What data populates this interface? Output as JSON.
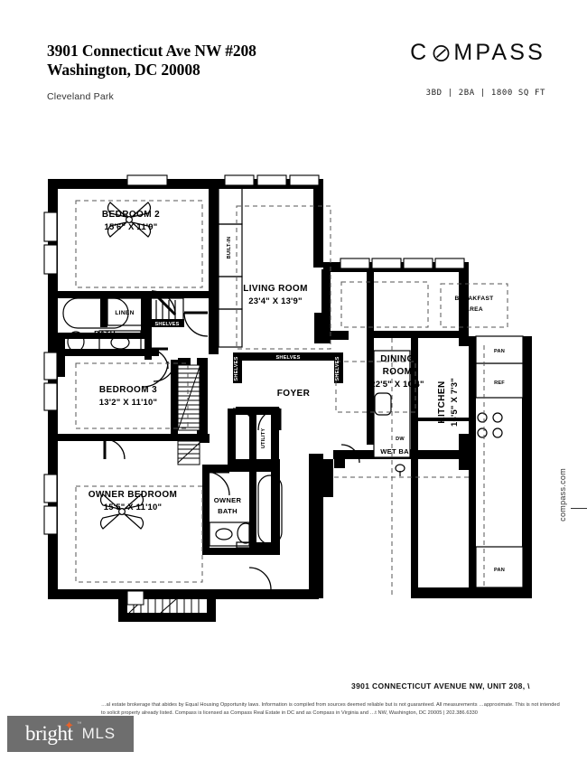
{
  "header": {
    "address_line1": "3901 Connecticut Ave NW #208",
    "address_line2": "Washington, DC 20008",
    "neighborhood": "Cleveland Park",
    "brand_name_part1": "C",
    "brand_name_part2": "MPASS",
    "property_stats": "3BD  |  2BA  |  1800 SQ FT"
  },
  "floorplan": {
    "caption": "3901 CONNECTICUT AVENUE NW, UNIT 208, \\",
    "vertical_url": "compass.com",
    "rooms": [
      {
        "id": "bedroom2",
        "name": "BEDROOM 2",
        "dimensions": "15'6\" X 11'9\""
      },
      {
        "id": "living_room",
        "name": "LIVING ROOM",
        "dimensions": "23'4\" X 13'9\""
      },
      {
        "id": "bedroom3",
        "name": "BEDROOM 3",
        "dimensions": "13'2\" X 11'10\""
      },
      {
        "id": "owner_bedroom",
        "name": "OWNER BEDROOM",
        "dimensions": "15'5\" X 11'10\""
      },
      {
        "id": "dining_room",
        "name": "DINING",
        "name2": "ROOM",
        "dimensions": "22'5\" X 10'4\""
      },
      {
        "id": "kitchen",
        "name": "KITCHEN",
        "dimensions": "16'5\" X 7'3\""
      },
      {
        "id": "breakfast",
        "name": "BREAKFAST",
        "name2": "AREA",
        "dimensions": ""
      },
      {
        "id": "foyer",
        "name": "FOYER",
        "dimensions": ""
      },
      {
        "id": "bath",
        "name": "BATH",
        "dimensions": ""
      },
      {
        "id": "owner_bath",
        "name": "OWNER",
        "name2": "BATH",
        "dimensions": ""
      }
    ],
    "annotations": {
      "linen": "LINEN",
      "shelves": "SHELVES",
      "shelves_vert": "SHELVES",
      "built_in": "BUILT-IN",
      "utility": "UTILITY",
      "wet_bar": "WET BAR",
      "pantry_top": "PAN",
      "pantry_bottom": "PAN",
      "refrigerator": "REF",
      "dishwasher": "DW"
    }
  },
  "footer": {
    "disclaimer": "…al estate brokerage that abides by Equal Housing Opportunity laws. Information is compiled from sources deemed reliable but is not guaranteed. All measurements …approximate. This is not intended to solicit property already listed. Compass is licensed as Compass Real Estate in DC and as Compass in Virginia and …t NW, Washington, DC 20005 | 202.386.6330",
    "mls_brand": "bright",
    "mls_suffix": "MLS",
    "mls_tm": "™"
  },
  "colors": {
    "wall": "#000000",
    "accent_orange": "#e8622a",
    "mls_gray": "#6e6e6e",
    "paper": "#ffffff"
  }
}
